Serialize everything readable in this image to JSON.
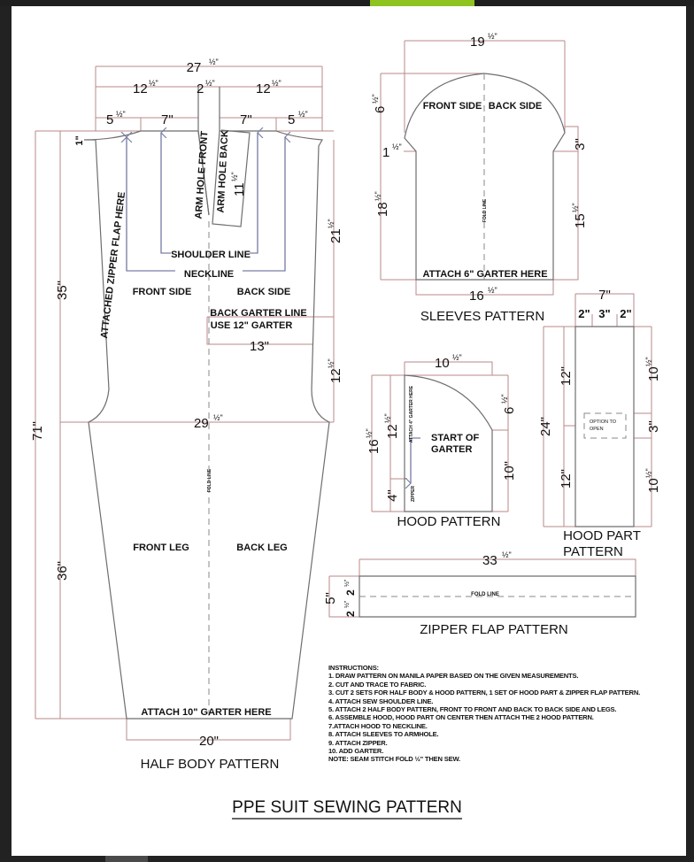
{
  "document": {
    "title": "PPE SUIT SEWING PATTERN",
    "frame_colors": {
      "frame": "#222222",
      "accent": "#8fc31f",
      "page": "#ffffff",
      "dimension_line": "#b98a8a",
      "guide_arrow": "#7a7fa6"
    }
  },
  "half_body": {
    "caption": "HALF BODY PATTERN",
    "dims": {
      "total_width": "27",
      "total_width_frac": "1/2",
      "left_width": "12",
      "left_width_frac": "1/2",
      "center_gap": "2",
      "center_gap_frac": "1/2",
      "right_width": "12",
      "right_width_frac": "1/2",
      "left_collar": "5",
      "left_collar_frac": "1/2",
      "left_shoulder": "7\"",
      "right_shoulder": "7\"",
      "right_collar": "5",
      "right_collar_frac": "1/2",
      "neck_drop": "1\"",
      "armhole": "11",
      "armhole_frac": "1/2",
      "side_upper": "21",
      "side_upper_frac": "1/2",
      "side_lower": "12",
      "side_lower_frac": "1/2",
      "torso_height": "35\"",
      "full_height": "71\"",
      "leg_height": "36\"",
      "hip_width": "29",
      "hip_width_frac": "1/2",
      "garter_width": "13\"",
      "cuff_width": "20\""
    },
    "labels": {
      "zipper_flap": "ATTACHED ZIPPER FLAP HERE",
      "armhole_front": "ARM HOLE FRONT",
      "armhole_back": "ARM HOLE BACK",
      "shoulder_line": "SHOULDER LINE",
      "neckline": "NECKLINE",
      "front_side": "FRONT SIDE",
      "back_side": "BACK SIDE",
      "back_garter_line": "BACK GARTER LINE",
      "use_garter": "USE 12\" GARTER",
      "fold_line": "FOLD LINE",
      "front_leg": "FRONT LEG",
      "back_leg": "BACK LEG",
      "attach_garter": "ATTACH 10\" GARTER HERE"
    }
  },
  "sleeves": {
    "caption": "SLEEVES PATTERN",
    "dims": {
      "top_width": "19",
      "top_width_frac": "1/2",
      "cap_height": "6",
      "cap_height_frac": "1/2",
      "left_step": "1",
      "left_step_frac": "1/2",
      "left_height": "18",
      "left_height_frac": "1/2",
      "right_step": "3\"",
      "right_height": "15",
      "right_height_frac": "1/2",
      "bottom_width": "16",
      "bottom_width_frac": "1/2"
    },
    "labels": {
      "front_side": "FRONT SIDE",
      "back_side": "BACK SIDE",
      "fold_line": "FOLD LINE",
      "attach_garter": "ATTACH 6\" GARTER HERE"
    }
  },
  "hood": {
    "caption": "HOOD PATTERN",
    "dims": {
      "top_width": "10",
      "top_width_frac": "1/2",
      "total_height": "16",
      "total_height_frac": "1/2",
      "upper_height": "12",
      "upper_height_frac": "1/2",
      "bottom_height": "4\"",
      "curve_height": "6",
      "curve_height_frac": "1/2",
      "right_height": "10\""
    },
    "labels": {
      "attach_garter": "ATTACH 4\" GARTER HERE",
      "start_of_garter": "START OF",
      "start_of_garter_2": "GARTER",
      "zipper": "ZIPPER"
    }
  },
  "hood_part": {
    "caption": "HOOD PART",
    "caption_2": "PATTERN",
    "dims": {
      "width": "7\"",
      "left": "2\"",
      "middle": "3\"",
      "right": "2\"",
      "height": "24\"",
      "upper_left": "12\"",
      "lower_left": "12\"",
      "upper_right": "10",
      "upper_right_frac": "1/2",
      "middle_right": "3\"",
      "lower_right": "10",
      "lower_right_frac": "1/2"
    },
    "labels": {
      "option": "OPTION TO",
      "option_2": "OPEN"
    }
  },
  "zipper_flap": {
    "caption": "ZIPPER FLAP PATTERN",
    "dims": {
      "length": "33",
      "length_frac": "1/2",
      "height": "5\"",
      "upper": "2",
      "upper_frac": "1/2",
      "lower": "2",
      "lower_frac": "1/2"
    },
    "labels": {
      "fold_line": "FOLD LINE"
    }
  },
  "instructions": {
    "heading": "INSTRUCTIONS:",
    "steps": [
      "1. DRAW PATTERN ON MANILA PAPER BASED ON THE GIVEN MEASUREMENTS.",
      "2. CUT AND TRACE TO FABRIC.",
      "3. CUT 2 SETS FOR HALF BODY & HOOD PATTERN, 1 SET OF HOOD PART & ZIPPER FLAP PATTERN.",
      "4. ATTACH SEW SHOULDER LINE.",
      "5. ATTACH 2 HALF BODY PATTERN, FRONT TO FRONT AND BACK TO BACK SIDE AND LEGS.",
      "6. ASSEMBLE HOOD,  HOOD PART ON CENTER THEN ATTACH THE 2 HOOD PATTERN.",
      "7.ATTACH HOOD TO NECKLINE.",
      "8. ATTACH SLEEVES TO ARMHOLE.",
      "9. ATTACH ZIPPER.",
      "10. ADD GARTER."
    ],
    "note": "NOTE: SEAM STITCH FOLD ½\" THEN SEW."
  }
}
